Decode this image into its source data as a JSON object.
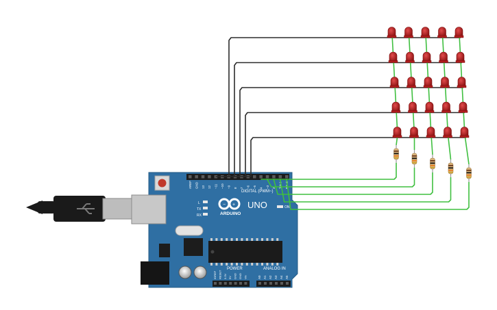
{
  "board": {
    "brand": "ARDUINO",
    "model": "UNO",
    "digital_label": "DIGITAL (PWM~)",
    "power_label": "POWER",
    "analog_label": "ANALOG IN",
    "on_label": "ON",
    "tx_label": "TX",
    "rx_label": "RX",
    "l_label": "L",
    "digital_pins": [
      "AREF",
      "GND",
      "13",
      "12",
      "~11",
      "~10",
      "~9",
      "8",
      "7",
      "~6",
      "~5",
      "4",
      "~3",
      "2",
      "TX▸1",
      "RX◂0"
    ],
    "power_pins": [
      "IOREF",
      "RESET",
      "3.3V",
      "5V",
      "GND",
      "GND",
      "Vin"
    ],
    "analog_pins": [
      "A0",
      "A1",
      "A2",
      "A3",
      "A4",
      "A5"
    ]
  },
  "circuit": {
    "led_rows": 5,
    "led_cols": 5,
    "resistor_count": 5,
    "led_color": "#b01c1c",
    "wire_black": "#2b2b2b",
    "wire_green": "#3fbf3f",
    "board_color": "#2f6fa3",
    "cable_color": "#1a1a1a"
  }
}
